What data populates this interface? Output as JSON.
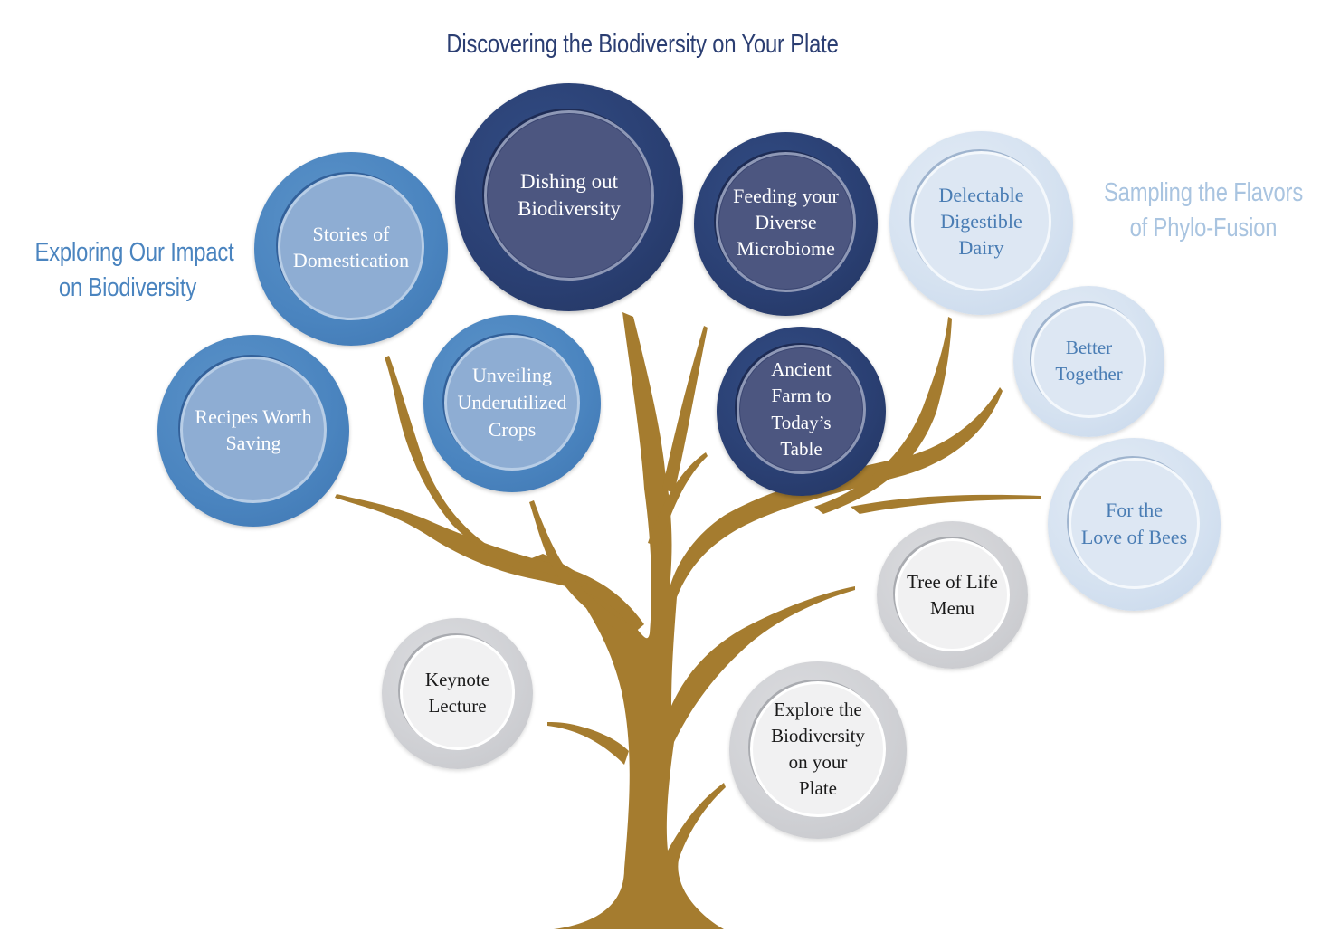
{
  "headings": {
    "main": "Discovering the Biodiversity on Your Plate",
    "left": [
      "Exploring Our Impact",
      "on Biodiversity"
    ],
    "right": [
      "Sampling the Flavors",
      "of Phylo-Fusion"
    ]
  },
  "colors": {
    "main_heading": "#2b3e72",
    "left_heading": "#4a84bf",
    "right_heading": "#a9c4e0",
    "trunk": "#a57c2f"
  },
  "nodes": {
    "dishing": [
      "Dishing out",
      "Biodiversity"
    ],
    "feeding": [
      "Feeding your",
      "Diverse",
      "Microbiome"
    ],
    "ancient": [
      "Ancient",
      "Farm to",
      "Today’s",
      "Table"
    ],
    "stories": [
      "Stories of",
      "Domestication"
    ],
    "unveiling": [
      "Unveiling",
      "Underutilized",
      "Crops"
    ],
    "recipes": [
      "Recipes Worth",
      "Saving"
    ],
    "dairy": [
      "Delectable",
      "Digestible",
      "Dairy"
    ],
    "better": [
      "Better",
      "Together"
    ],
    "bees": [
      "For the",
      "Love of Bees"
    ],
    "treeoflife": [
      "Tree of Life",
      "Menu"
    ],
    "keynote": [
      "Keynote",
      "Lecture"
    ],
    "explore": [
      "Explore the",
      "Biodiversity",
      "on your",
      "Plate"
    ]
  }
}
